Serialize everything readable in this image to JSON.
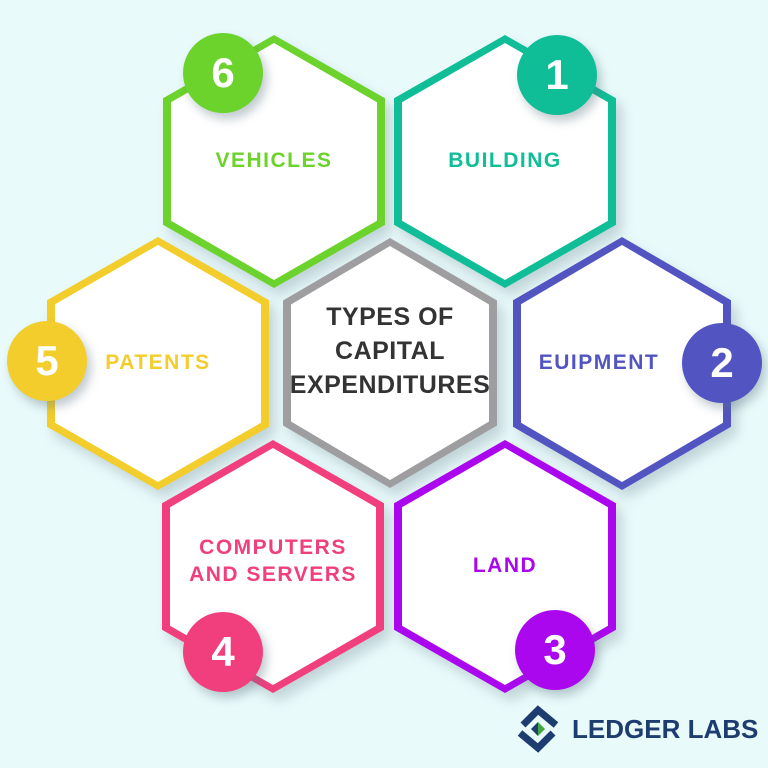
{
  "background_color": "#E9FAFB",
  "center": {
    "title": "TYPES OF CAPITAL EXPENDITURES",
    "border_color": "#9E9EA0",
    "text_color": "#333333"
  },
  "items": [
    {
      "number": "1",
      "label": "BUILDING",
      "color": "#0FBE96",
      "position": "top-right"
    },
    {
      "number": "2",
      "label": "EUIPMENT",
      "color": "#5254C1",
      "position": "right"
    },
    {
      "number": "3",
      "label": "LAND",
      "color": "#AB07EE",
      "position": "bottom-right"
    },
    {
      "number": "4",
      "label": "COMPUTERS AND SERVERS",
      "color": "#F03F7C",
      "position": "bottom-left"
    },
    {
      "number": "5",
      "label": "PATENTS",
      "color": "#F2CD2B",
      "position": "left"
    },
    {
      "number": "6",
      "label": "VEHICLES",
      "color": "#6CD32C",
      "position": "top-left"
    }
  ],
  "logo": {
    "text": "LEDGER LABS",
    "color": "#1D3C6F",
    "icon": "ledger-labs-diamond-icon",
    "icon_accent": "#3FA93C"
  }
}
